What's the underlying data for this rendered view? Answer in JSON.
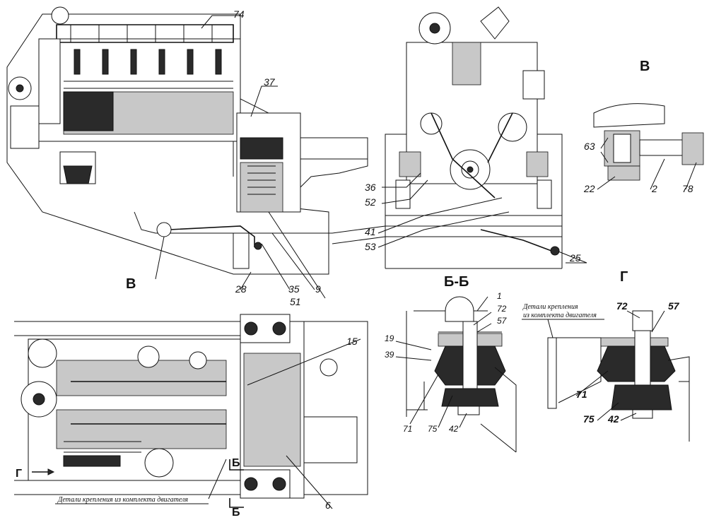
{
  "callouts": {
    "n74": "74",
    "n37": "37",
    "n36": "36",
    "n52": "52",
    "n41": "41",
    "n53": "53",
    "n25": "25",
    "n28": "28",
    "n35": "35",
    "n9": "9",
    "n51": "51",
    "n15": "15",
    "n6": "6",
    "n1": "1",
    "n72": "72",
    "n57": "57",
    "n19": "19",
    "n39": "39",
    "n71": "71",
    "n75": "75",
    "n42": "42",
    "n63": "63",
    "n22": "22",
    "n2": "2",
    "n78": "78",
    "g72": "72",
    "g57": "57",
    "g71": "71",
    "g75": "75",
    "g42": "42"
  },
  "views": {
    "v_label_main": "В",
    "v_detail_title": "В",
    "section_bb": "Б-Б",
    "g_detail_title": "Г",
    "g_arrow": "Г",
    "b_mark_top": "Б",
    "b_mark_bottom": "Б"
  },
  "notes": {
    "bottom_note": "Детали крепления из комплекта двигателя",
    "g_note_line1": "Детали крепления",
    "g_note_line2": "из комплекта двигателя"
  }
}
